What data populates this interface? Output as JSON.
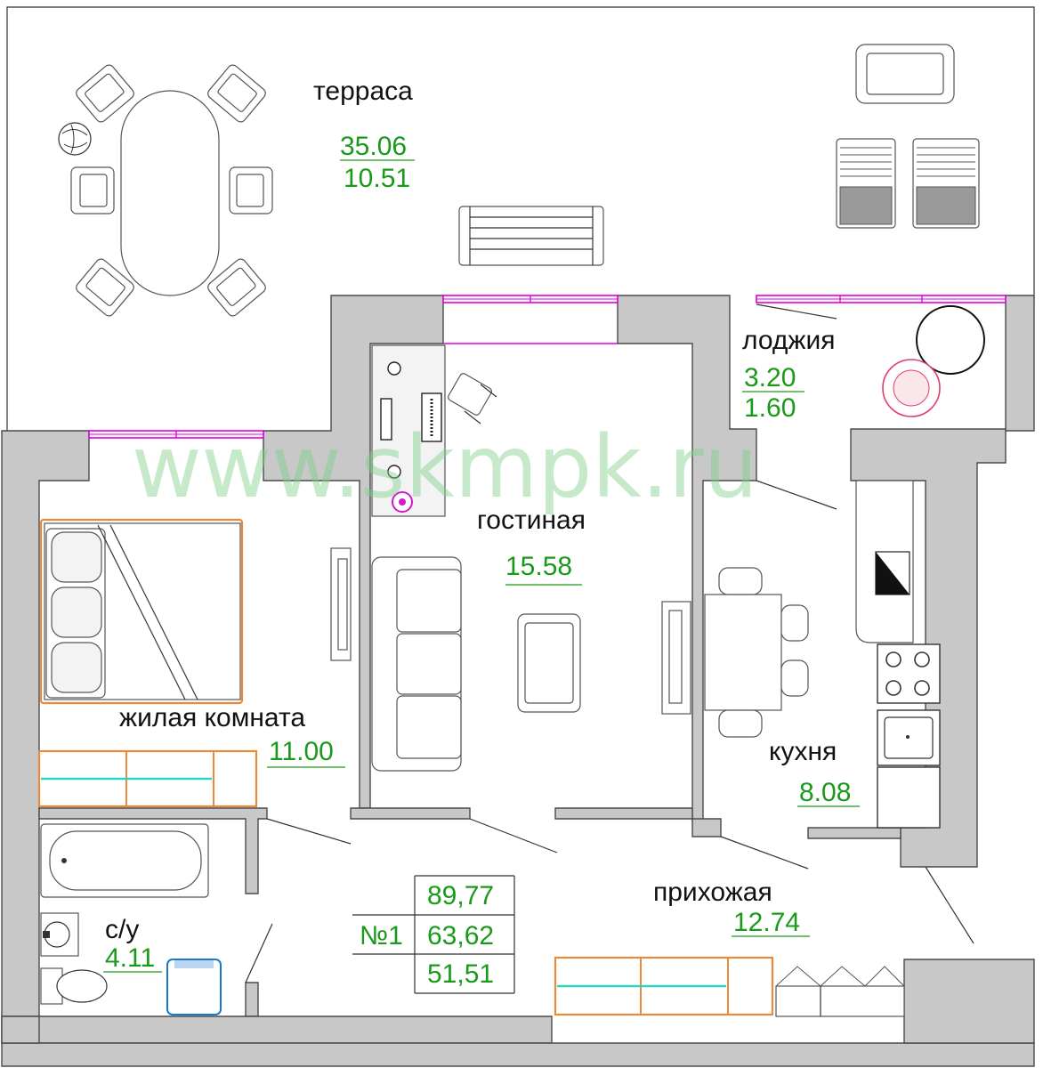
{
  "watermark": "www.skmpk.ru",
  "rooms": {
    "terrace": {
      "name": "терраса",
      "area": "35.06",
      "area_reduced": "10.51"
    },
    "loggia": {
      "name": "лоджия",
      "area": "3.20",
      "area_reduced": "1.60"
    },
    "living_room": {
      "name": "гостиная",
      "area": "15.58"
    },
    "bedroom": {
      "name": "жилая комната",
      "area": "11.00"
    },
    "kitchen": {
      "name": "кухня",
      "area": "8.08"
    },
    "hallway": {
      "name": "прихожая",
      "area": "12.74"
    },
    "bathroom": {
      "name": "с/у",
      "area": "4.11"
    }
  },
  "apartment": {
    "number": "№1",
    "total_area": "89,77",
    "area_2": "63,62",
    "living_area": "51,51"
  },
  "colors": {
    "area_text": "#1a9a1a",
    "walls": "#c8c8c8",
    "windows": "#e000e0",
    "wardrobes": "#e88a3a",
    "watermark": "#7fd08a"
  }
}
